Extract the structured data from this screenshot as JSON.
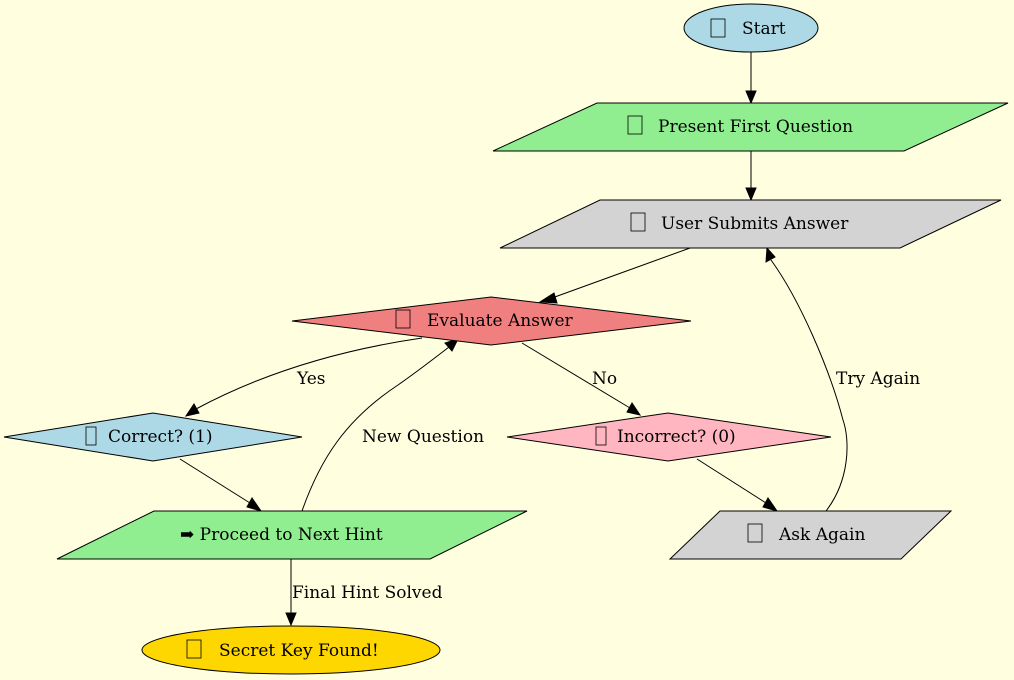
{
  "colors": {
    "background": "#ffffe0",
    "start": "#add8e6",
    "present": "#90ee90",
    "submit": "#d3d3d3",
    "evaluate": "#f08080",
    "correct": "#add8e6",
    "incorrect": "#ffb6c1",
    "proceed": "#90ee90",
    "ask": "#d3d3d3",
    "secret": "#ffd700"
  },
  "nodes": {
    "start": {
      "icon": "rocket-icon",
      "label": "Start"
    },
    "present": {
      "icon": "puzzle-icon",
      "label": "Present First Question"
    },
    "submit": {
      "icon": "speech-bubble-icon",
      "label": "User Submits Answer"
    },
    "evaluate": {
      "icon": "magnifier-icon",
      "label": "Evaluate Answer"
    },
    "correct": {
      "icon": "check-mark-icon",
      "label": "Correct? (1)"
    },
    "incorrect": {
      "icon": "cross-mark-icon",
      "label": "Incorrect? (0)"
    },
    "proceed": {
      "icon": "right-arrow-icon",
      "label": "➡ Proceed to Next Hint"
    },
    "ask": {
      "icon": "repeat-icon",
      "label": "Ask Again"
    },
    "secret": {
      "icon": "key-icon",
      "label": "Secret Key Found!"
    }
  },
  "edges": {
    "yes": "Yes",
    "no": "No",
    "new_question": "New Question",
    "try_again": "Try Again",
    "final_hint": "Final Hint Solved"
  }
}
